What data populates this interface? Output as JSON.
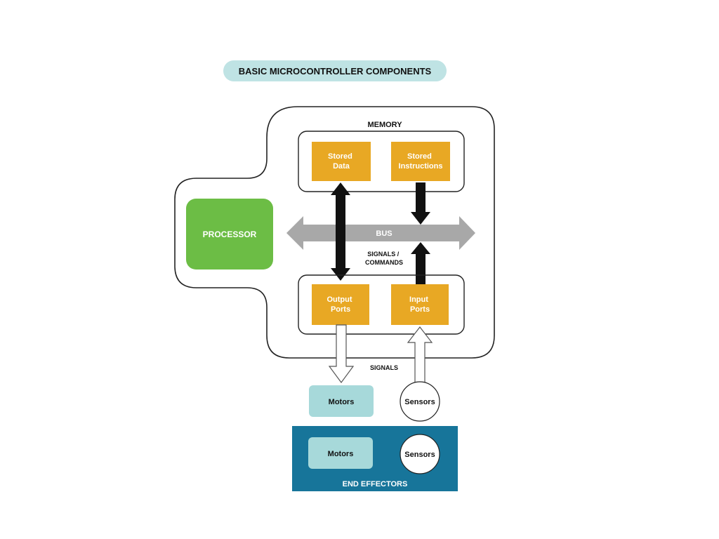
{
  "title": "BASIC MICROCONTROLLER COMPONENTS",
  "memory": {
    "label": "MEMORY",
    "stored_data": [
      "Stored",
      "Data"
    ],
    "stored_instructions": [
      "Stored",
      "Instructions"
    ]
  },
  "processor": "PROCESSOR",
  "bus": "BUS",
  "signals_commands": [
    "SIGNALS /",
    "COMMANDS"
  ],
  "ports": {
    "output": [
      "Output",
      "Ports"
    ],
    "input": [
      "Input",
      "Ports"
    ]
  },
  "signals": "SIGNALS",
  "motors": "Motors",
  "sensors": "Sensors",
  "end_effectors": {
    "label": "END EFFECTORS",
    "motors": "Motors",
    "sensors": "Sensors"
  },
  "colors": {
    "title_pill": "#bfe3e4",
    "component": "#e8a824",
    "processor": "#6cbd45",
    "bus": "#a8a8a8",
    "end_effector_panel": "#17759a",
    "motor_box": "#a7d9da",
    "outline": "#222222"
  }
}
